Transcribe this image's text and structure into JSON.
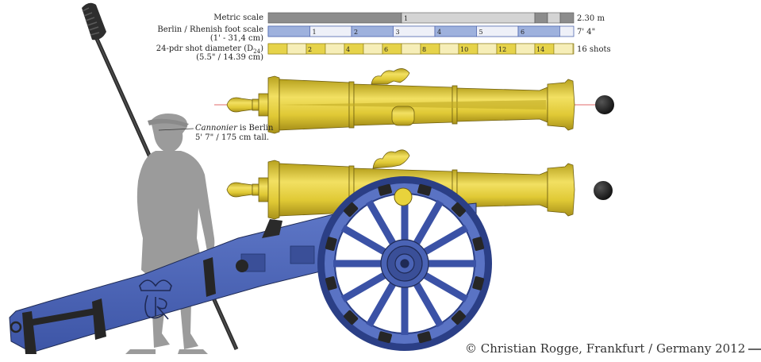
{
  "scales": {
    "metric": {
      "label": "Metric scale",
      "tick": "1",
      "end_label": "2.30 m"
    },
    "foot": {
      "label_line1": "Berlin / Rhenish foot scale",
      "label_line2": "(1' - 31,4 cm)",
      "ticks": [
        "1",
        "2",
        "3",
        "4",
        "5",
        "6"
      ],
      "end_label": "7' 4\""
    },
    "shot": {
      "label_line1": "24-pdr shot diameter (D",
      "label_sub": "24",
      "label_close": ")",
      "label_line2": "(5.5\" / 14.39 cm)",
      "ticks": [
        "2",
        "4",
        "6",
        "8",
        "10",
        "12",
        "14"
      ],
      "end_label": "16 shots"
    }
  },
  "cannonier": {
    "italic": "Cannonier",
    "rest": " is Berlin",
    "line2": "5' 7\" / 175 cm tall."
  },
  "copyright": "© Christian Rogge, Frankfurt / Germany 2012",
  "colors": {
    "bronze": "#e8d33c",
    "carriage": "#4a63b5",
    "figure": "#9a9a9a",
    "iron": "#1e1e1e",
    "scale_grey": "#8c8c8c",
    "scale_blue": "#9eb1dd",
    "scale_yellow": "#e6d34a"
  },
  "icons": {
    "monogram": "royal-cipher-icon",
    "dolphin": "dolphin-handle-icon"
  }
}
